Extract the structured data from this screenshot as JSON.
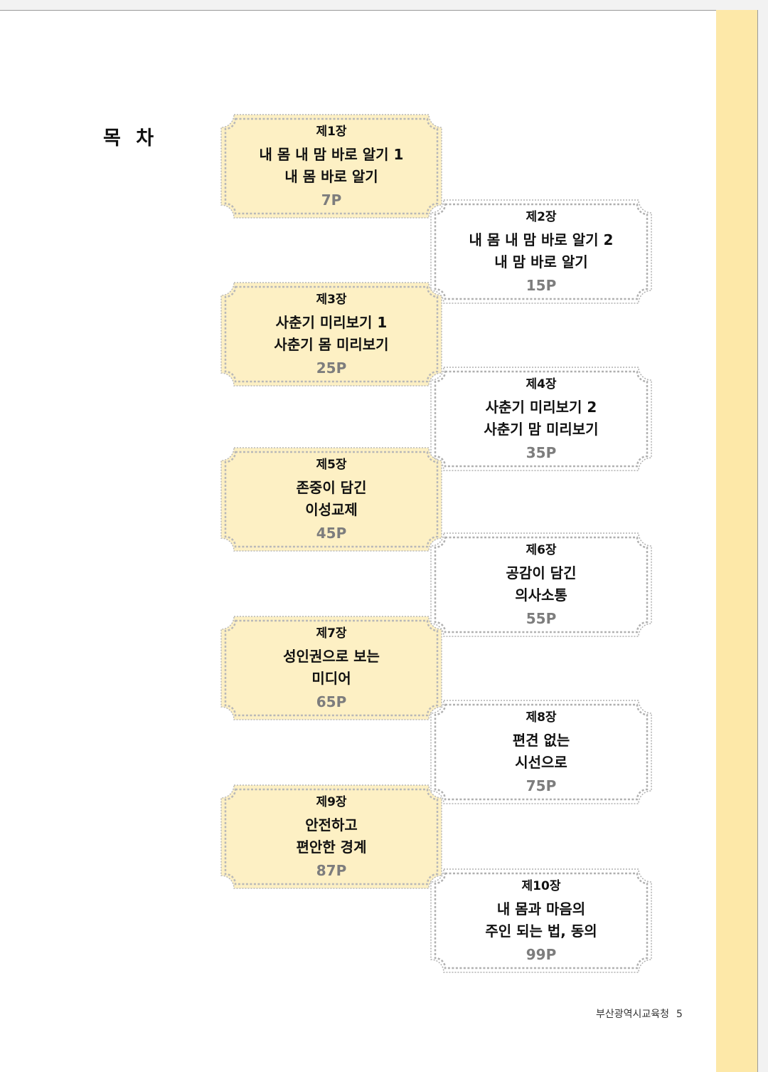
{
  "toc_title": "목 차",
  "chapters": [
    {
      "chapter": "제1장",
      "line1": "내 몸 내 맘 바로 알기 1",
      "line2": "내 몸 바로 알기",
      "page": "7P"
    },
    {
      "chapter": "제2장",
      "line1": "내 몸 내 맘 바로 알기 2",
      "line2": "내 맘 바로 알기",
      "page": "15P"
    },
    {
      "chapter": "제3장",
      "line1": "사춘기 미리보기 1",
      "line2": "사춘기 몸 미리보기",
      "page": "25P"
    },
    {
      "chapter": "제4장",
      "line1": "사춘기 미리보기 2",
      "line2": "사춘기 맘 미리보기",
      "page": "35P"
    },
    {
      "chapter": "제5장",
      "line1": "존중이 담긴",
      "line2": "이성교제",
      "page": "45P"
    },
    {
      "chapter": "제6장",
      "line1": "공감이 담긴",
      "line2": "의사소통",
      "page": "55P"
    },
    {
      "chapter": "제7장",
      "line1": "성인권으로 보는",
      "line2": "미디어",
      "page": "65P"
    },
    {
      "chapter": "제8장",
      "line1": "편견 없는",
      "line2": "시선으로",
      "page": "75P"
    },
    {
      "chapter": "제9장",
      "line1": "안전하고",
      "line2": "편안한 경계",
      "page": "87P"
    },
    {
      "chapter": "제10장",
      "line1": "내 몸과 마음의",
      "line2": "주인 되는 법, 동의",
      "page": "99P"
    }
  ],
  "footer": {
    "publisher": "부산광역시교육청",
    "page_number": "5"
  },
  "colors": {
    "card_fill_odd": "#fdf0c4",
    "card_fill_even": "#ffffff",
    "border_odd": "#b8b8b8",
    "border_even": "#b0b0b0",
    "accent": "#fde8a8"
  }
}
